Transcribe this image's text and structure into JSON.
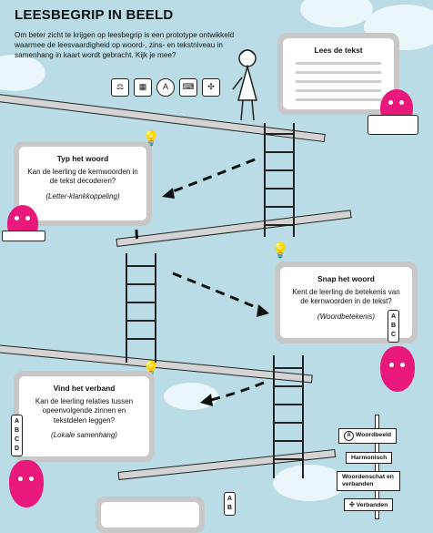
{
  "header": {
    "title": "LEESBEGRIP IN BEELD",
    "intro": "Om beter zicht te krijgen op leesbegrip is een prototype ontwikkeld waarmee de leesvaardigheid op woord-, zins- en tekstniveau in samenhang in kaart wordt gebracht. Kijk je mee?"
  },
  "panels": {
    "lees": {
      "title": "Lees de tekst"
    },
    "typ": {
      "title": "Typ het woord",
      "question": "Kan de leerling de kernwoorden in de tekst decoderen?",
      "note": "(Letter-klankkoppeling)"
    },
    "snap": {
      "title": "Snap het woord",
      "question": "Kent de leerling de betekenis van de kernwoorden in de tekst?",
      "note": "(Woordbetekenis)"
    },
    "vind": {
      "title": "Vind het verband",
      "question": "Kan de leerling relaties tussen opeenvolgende zinnen en tekstdelen leggen?",
      "note": "(Lokale samenhang)"
    }
  },
  "signpost": {
    "items": [
      "Woordbeeld",
      "Harmonisch",
      "Woordenschat en verbanden",
      "Verbanden"
    ]
  },
  "choice_letters": [
    "A",
    "B",
    "C",
    "D"
  ],
  "icons": [
    "scales-icon",
    "abacus-icon",
    "letter-a-icon",
    "typewriter-icon",
    "network-icon"
  ],
  "colors": {
    "accent": "#e8197b",
    "sky": "#b9dce6",
    "bulb": "#f2c400"
  }
}
